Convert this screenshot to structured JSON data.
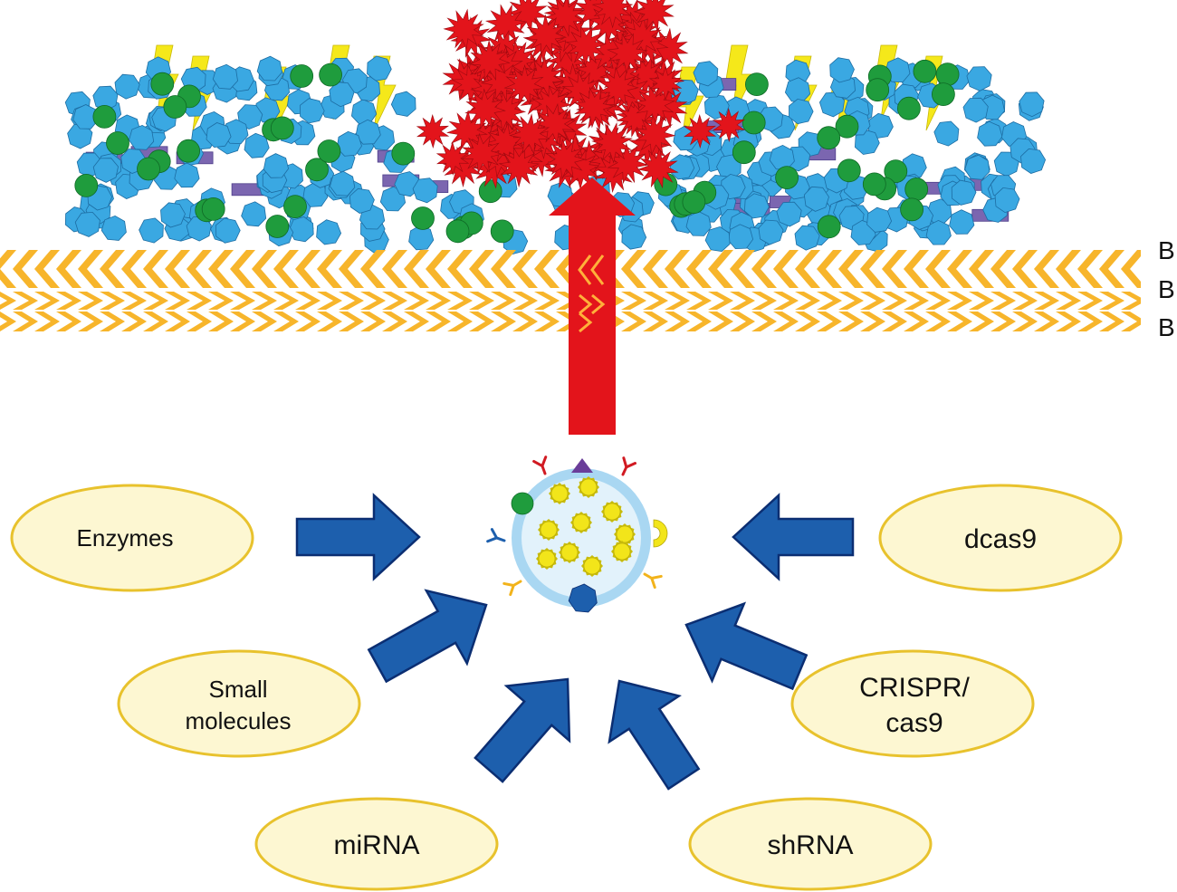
{
  "diagram": {
    "barrier_labels": [
      "B",
      "B",
      "B"
    ],
    "methods": [
      {
        "id": "enzymes",
        "lines": [
          "Enzymes"
        ]
      },
      {
        "id": "small-molecules",
        "lines": [
          "Small",
          "molecules"
        ]
      },
      {
        "id": "mirna",
        "lines": [
          "miRNA"
        ]
      },
      {
        "id": "shrna",
        "lines": [
          "shRNA"
        ]
      },
      {
        "id": "crispr-cas9",
        "lines": [
          "CRISPR/",
          "cas9"
        ]
      },
      {
        "id": "dcas9",
        "lines": [
          "dcas9"
        ]
      }
    ]
  },
  "colors": {
    "ellipse_fill": "#fdf7d2",
    "ellipse_stroke": "#e8c22d",
    "arrow_blue": "#1d5fad",
    "arrow_blue_stroke": "#0b2e72",
    "barrier": "#f7b52b",
    "red": "#e3141b",
    "hexagon": "#3aa8e2",
    "circle": "#1f9c3d",
    "bar": "#7b66b0",
    "bolt": "#f5e81a",
    "vesicle": "#a9d7f2",
    "vesicle_inner": "#e2f2fb",
    "particle": "#f2e51a"
  },
  "icons": [
    "hexagon-icon",
    "circle-icon",
    "bar-icon",
    "lightning-icon",
    "star-burst-icon",
    "receptor-icon",
    "vesicle-icon"
  ]
}
